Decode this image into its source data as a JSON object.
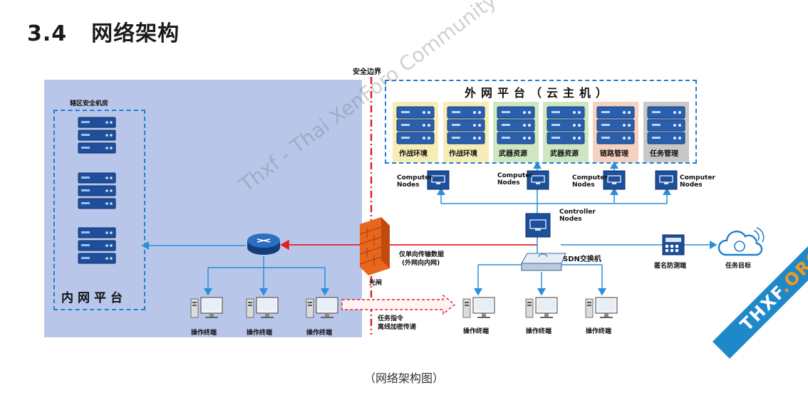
{
  "heading": {
    "number": "3.4",
    "title": "网络架构"
  },
  "boundary_label": "安全边界",
  "inner": {
    "room_label": "辖区安全机房",
    "platform_label": "内网平台",
    "terminals": [
      "操作终端",
      "操作终端",
      "操作终端"
    ]
  },
  "outer": {
    "platform_title": "外网平台（云主机）",
    "cells": [
      {
        "label": "作战环境",
        "color": "#f6ecb6"
      },
      {
        "label": "作战环境",
        "color": "#f6ecb6"
      },
      {
        "label": "武器资源",
        "color": "#cfe7c0"
      },
      {
        "label": "武器资源",
        "color": "#cfe7c0"
      },
      {
        "label": "链路管理",
        "color": "#f5d2c0"
      },
      {
        "label": "任务管理",
        "color": "#c8c8c8"
      }
    ],
    "computer_nodes": [
      "Computer Nodes",
      "Computer Nodes",
      "Computer Nodes",
      "Computer Nodes"
    ],
    "controller_nodes": "Controller Nodes",
    "sdn_switch": "SDN交换机",
    "anon_device": "匿名防测端",
    "task_target": "任务目标",
    "terminals": [
      "操作终端",
      "操作终端",
      "操作终端"
    ]
  },
  "gate": {
    "name": "光闸",
    "desc_line1": "仅单向传输数据",
    "desc_line2": "(外网向内网)"
  },
  "offline": {
    "line1": "任务指令",
    "line2": "离线加密传递"
  },
  "caption": "（网络架构图）",
  "watermark": "Thxf - Thai XenForo Community",
  "corner_badge": {
    "main": "THXF",
    "suffix": ".ORG"
  },
  "colors": {
    "line_blue": "#2a8fd8",
    "server_blue": "#1f4f9a",
    "red": "#e02020",
    "inner_bg": "#b8c6ea"
  }
}
